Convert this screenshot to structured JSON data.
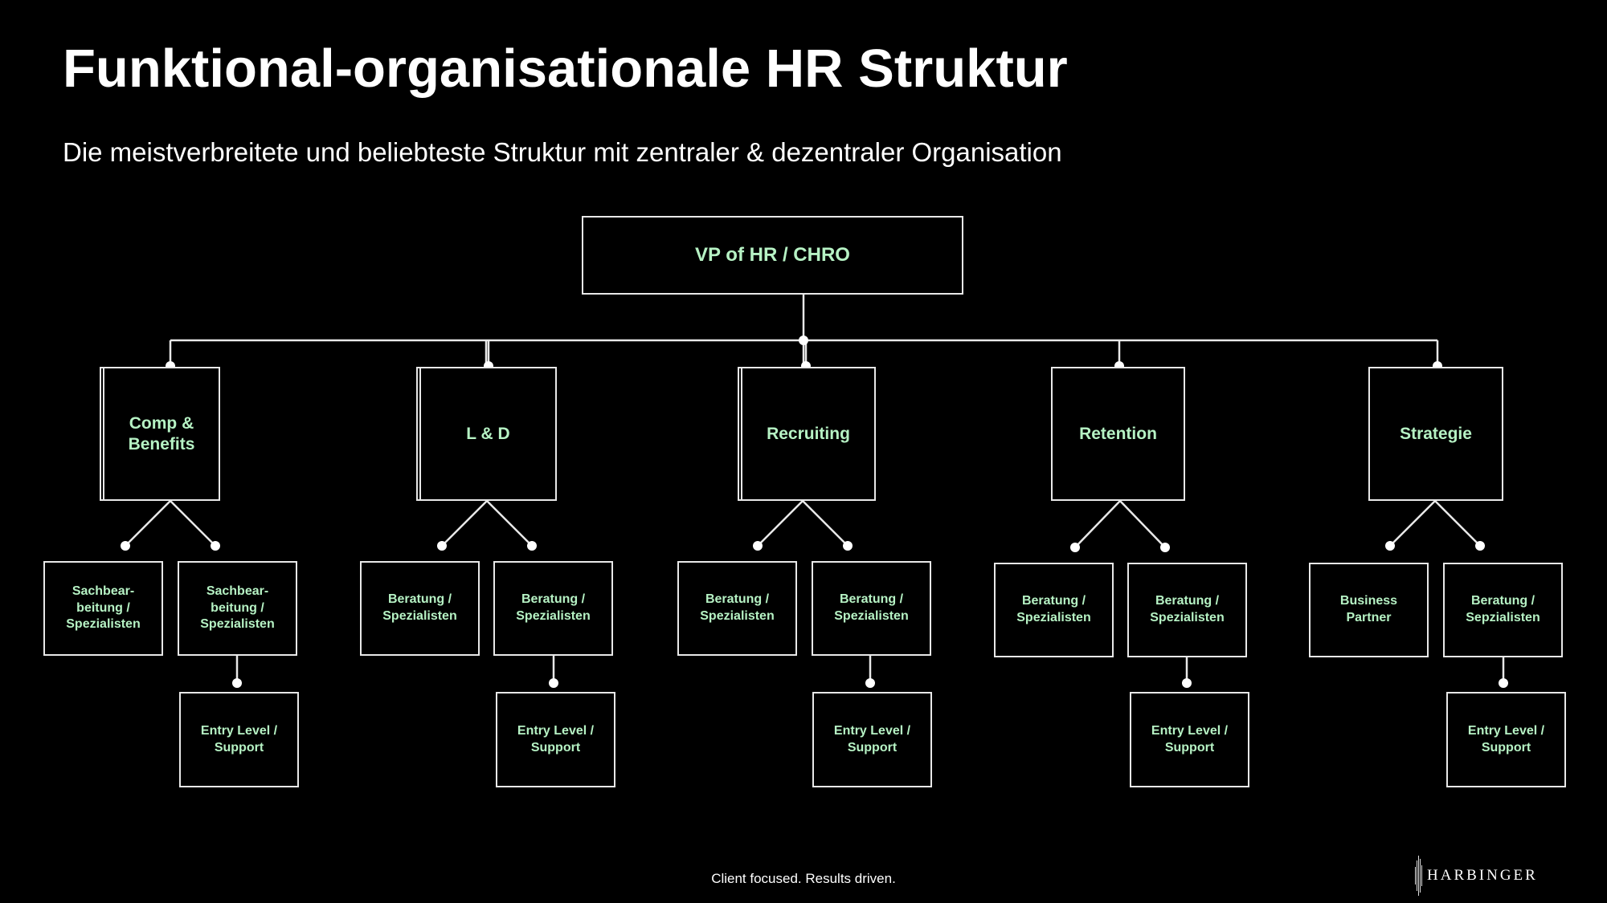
{
  "slide": {
    "title": "Funktional-organisationale HR Struktur",
    "subtitle": "Die meistverbreitete und beliebteste Struktur mit zentraler & dezentraler Organisation"
  },
  "org": {
    "root": "VP of HR / CHRO",
    "departments": [
      {
        "label": "Comp & Benefits",
        "leaves": [
          "Sachbear-beitung / Spezialisten",
          "Sachbear-beitung / Spezialisten"
        ],
        "entry": "Entry Level / Support"
      },
      {
        "label": "L & D",
        "leaves": [
          "Beratung / Spezialisten",
          "Beratung / Spezialisten"
        ],
        "entry": "Entry Level / Support"
      },
      {
        "label": "Recruiting",
        "leaves": [
          "Beratung / Spezialisten",
          "Beratung / Spezialisten"
        ],
        "entry": "Entry Level / Support"
      },
      {
        "label": "Retention",
        "leaves": [
          "Beratung / Spezialisten",
          "Beratung / Spezialisten"
        ],
        "entry": "Entry Level / Support"
      },
      {
        "label": "Strategie",
        "leaves": [
          "Business Partner",
          "Beratung / Sepzialisten"
        ],
        "entry": "Entry Level / Support"
      }
    ]
  },
  "footer": {
    "tagline": "Client focused. Results driven.",
    "logo": "HARBINGER"
  },
  "colors": {
    "background": "#000000",
    "box_border": "#e8e8e8",
    "node_text": "#b6f2c4",
    "text": "#ffffff"
  }
}
